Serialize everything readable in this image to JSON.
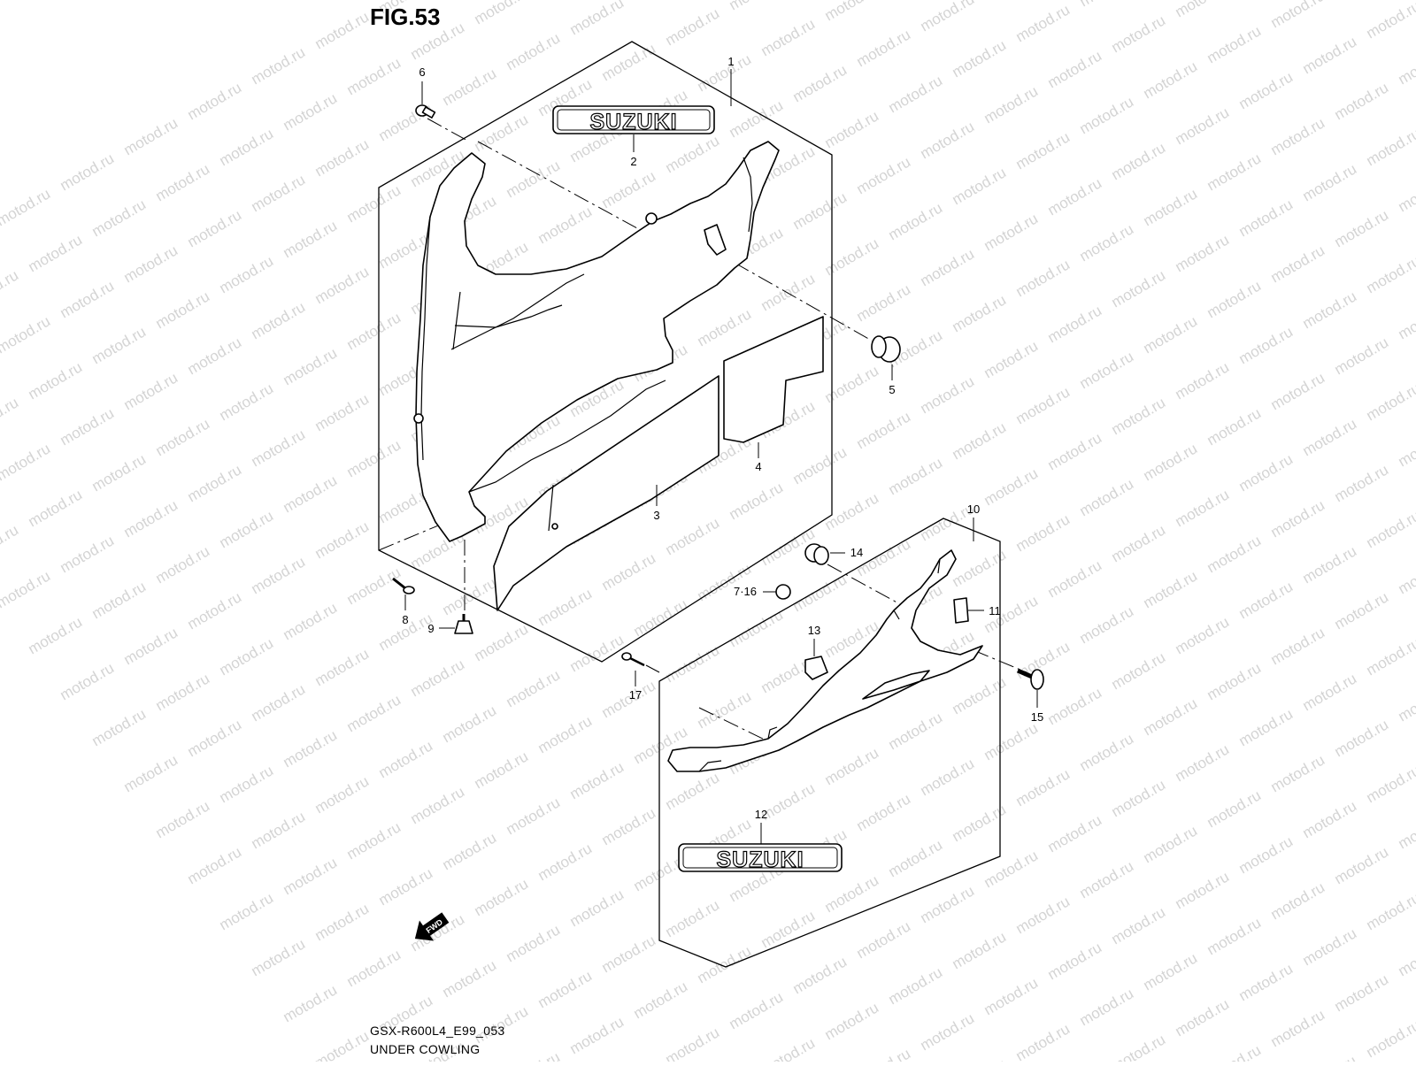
{
  "figure": {
    "title": "FIG.53",
    "model_code": "GSX-R600L4_E99_053",
    "section_name": "UNDER COWLING",
    "watermark": "motod.ru",
    "brand_emblem_text": "SUZUKI",
    "fwd_arrow_text": "FWD"
  },
  "callouts": [
    "1",
    "2",
    "3",
    "4",
    "5",
    "6",
    "7·16",
    "8",
    "9",
    "10",
    "11",
    "12",
    "13",
    "14",
    "15",
    "17"
  ]
}
